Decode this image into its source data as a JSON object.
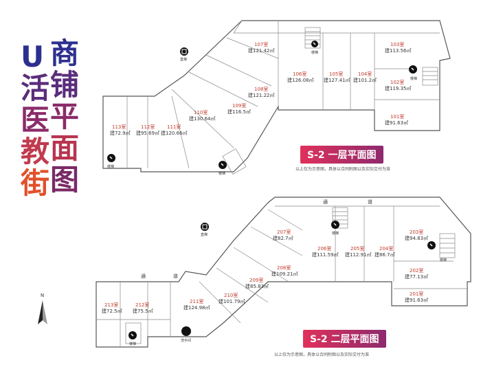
{
  "title_left": [
    "U",
    "活",
    "医",
    "教",
    "街"
  ],
  "title_right": [
    "商",
    "铺",
    "平",
    "面",
    "图"
  ],
  "colors": {
    "title_gradient_top": "#2d2f8f",
    "title_gradient_mid": "#8b2b6a",
    "title_gradient_bottom": "#e2502b",
    "badge": "#d8325c"
  },
  "floor1": {
    "badge": "S-2 一层平面图",
    "note": "以上仅为示意图，具体以合同附图以及实际交付为准",
    "rooms": [
      {
        "no": "107室",
        "area": "建121.42㎡"
      },
      {
        "no": "108室",
        "area": "建121.22㎡"
      },
      {
        "no": "109室",
        "area": "建116.5㎡"
      },
      {
        "no": "110室",
        "area": "建130.64㎡"
      },
      {
        "no": "111室",
        "area": "建120.66㎡"
      },
      {
        "no": "112室",
        "area": "建95.69㎡"
      },
      {
        "no": "113室",
        "area": "建72.9㎡"
      },
      {
        "no": "106室",
        "area": "建126.08㎡"
      },
      {
        "no": "105室",
        "area": "建127.41㎡"
      },
      {
        "no": "104室",
        "area": "建101.2㎡"
      },
      {
        "no": "103室",
        "area": "建113.56㎡"
      },
      {
        "no": "102室",
        "area": "建119.35㎡"
      },
      {
        "no": "101室",
        "area": "建91.63㎡"
      }
    ],
    "labels": {
      "elevator": "直梯",
      "stair_top": "楼梯",
      "stair_right": "楼梯",
      "stair_left": "楼梯",
      "stair_bottom": "楼梯"
    }
  },
  "floor2": {
    "badge": "S-2 二层平面图",
    "note": "以上仅为示意图，具体以合同附图以及实际交付为准",
    "corridor_top": [
      "通",
      "道"
    ],
    "corridor_left": [
      "通",
      "道"
    ],
    "rooms": [
      {
        "no": "207室",
        "area": "建82.7㎡"
      },
      {
        "no": "208室",
        "area": "建109.21㎡"
      },
      {
        "no": "209室",
        "area": "建85.83㎡"
      },
      {
        "no": "210室",
        "area": "建101.79㎡"
      },
      {
        "no": "211室",
        "area": "建124.98㎡"
      },
      {
        "no": "212室",
        "area": "建75.5㎡"
      },
      {
        "no": "213室",
        "area": "建72.5㎡"
      },
      {
        "no": "206室",
        "area": "建111.59㎡"
      },
      {
        "no": "205室",
        "area": "建112.91㎡"
      },
      {
        "no": "204室",
        "area": "建86.7㎡"
      },
      {
        "no": "203室",
        "area": "建94.83㎡"
      },
      {
        "no": "202室",
        "area": "建77.13㎡"
      },
      {
        "no": "201室",
        "area": "建91.63㎡"
      }
    ],
    "labels": {
      "elevator": "直梯",
      "stair_top": "楼梯",
      "stair_right": "楼梯",
      "stair_left": "楼梯",
      "washroom": "洗手间"
    }
  },
  "compass": {
    "north": "N"
  }
}
